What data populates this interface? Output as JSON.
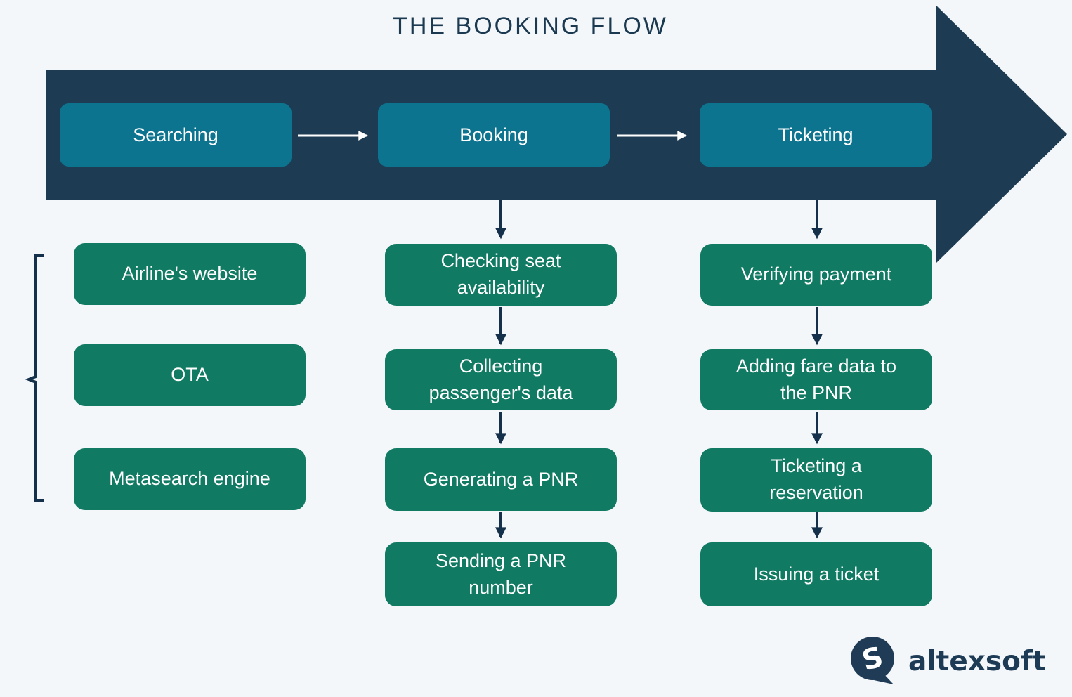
{
  "title": "THE BOOKING FLOW",
  "stages": [
    {
      "label": "Searching"
    },
    {
      "label": "Booking"
    },
    {
      "label": "Ticketing"
    }
  ],
  "searching_options": [
    "Airline's website",
    "OTA",
    "Metasearch engine"
  ],
  "booking_steps": [
    "Checking seat availability",
    "Collecting passenger's data",
    "Generating a PNR",
    "Sending a PNR number"
  ],
  "ticketing_steps": [
    "Verifying payment",
    "Adding fare data to the PNR",
    "Ticketing a reservation",
    "Issuing a ticket"
  ],
  "logo": {
    "brand": "altexsoft",
    "mark_letter": "S"
  },
  "colors": {
    "background": "#f3f7f9",
    "band_navy": "#1d3b52",
    "stage_teal": "#0d7490",
    "step_green": "#117a63",
    "ink_navy": "#14304a",
    "arrow_white": "#ffffff"
  }
}
